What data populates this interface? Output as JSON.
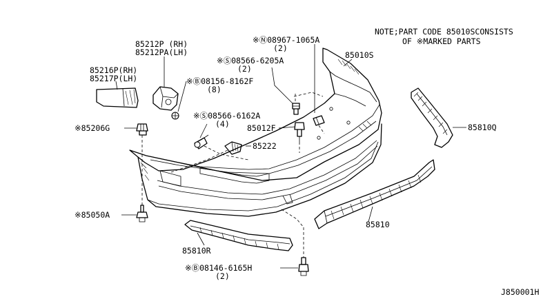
{
  "note": {
    "line1": "NOTE;PART CODE 85010SCONSISTS",
    "line2": "OF ※MARKED PARTS"
  },
  "diagram_id": "J850001H",
  "labels": {
    "p85212": "85212P (RH)",
    "p85212a": "85212PA(LH)",
    "p85216": "85216P(RH)",
    "p85217": "85217P(LH)",
    "p08156": "※Ⓑ08156-8162F",
    "p08156_qty": "(8)",
    "p08566a": "※Ⓢ08566-6205A",
    "p08566a_qty": "(2)",
    "p08967": "※Ⓝ08967-1065A",
    "p08967_qty": "(2)",
    "p85010s": "85010S",
    "p08566b": "※Ⓢ08566-6162A",
    "p08566b_qty": "(4)",
    "p85012f": "85012F",
    "p85206g": "※85206G",
    "p85222": "85222",
    "p85810q": "85810Q",
    "p85050a": "※85050A",
    "p85810": "85810",
    "p85810r": "85810R",
    "p08146": "※Ⓑ08146-6165H",
    "p08146_qty": "(2)"
  }
}
